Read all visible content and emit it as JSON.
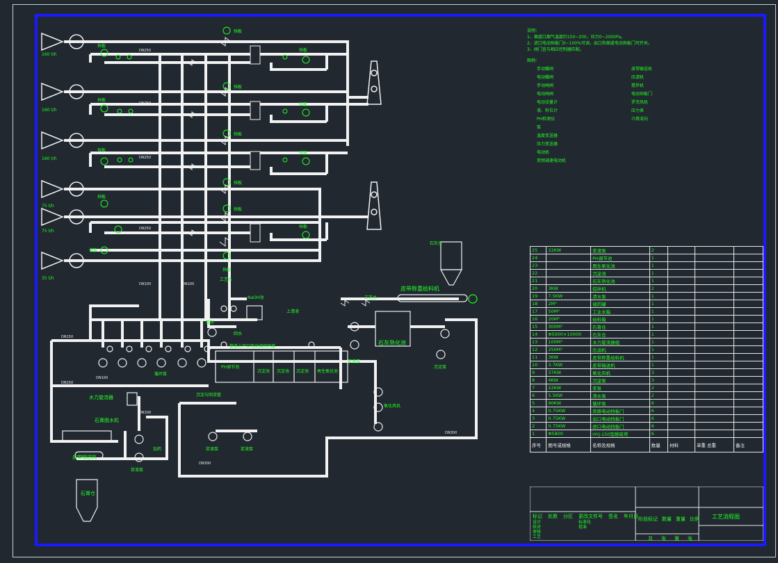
{
  "labels": {
    "flows": [
      "160 t/h",
      "160 t/h",
      "160 t/h",
      "75 t/h",
      "75 t/h",
      "35 t/h"
    ],
    "baffle": "挡板",
    "dn": [
      "DN150",
      "DN250",
      "DN250",
      "DN250",
      "DN100",
      "DN100",
      "DN150",
      "DN100",
      "DN150",
      "DN300",
      "DN100"
    ],
    "process_water": "工艺水",
    "limestone_silo": "石灰仓",
    "belt_feeder": "皮带称重给料机",
    "lime_slaking_tank": "石灰熟化池",
    "tanks": [
      "PH调节池",
      "沉淀池",
      "沉淀池",
      "沉淀池",
      "再生氧化池"
    ],
    "hydrocyclone": "水力旋流器",
    "gypsum_dewater": "石膏脱水机",
    "belt_conveyor": "皮带输送机",
    "gypsum_silo": "石膏仓",
    "slurry_pump": "浆液泵",
    "circ_pump": "循环泵",
    "sed_pump": "沉淀泵",
    "oxidizer": "氧化风机",
    "supernatant": "上清液",
    "dosing": "加药",
    "return_water": "回水",
    "stirrer": "搅拌",
    "naoh_tank": "NaOH池",
    "sediment_pipe": "沉淀与回流管",
    "pipe_note": "管道上开口电动调阀开度"
  },
  "notes": {
    "title": "说明：",
    "lines": [
      "1、烟道口烟气温度约150~200，压力0~2000Pa。",
      "2、进口电动挡板门0~100%可调，出口和烟道电动挡板门可开关。",
      "3、阀门宜与相应控制器匹配。"
    ]
  },
  "legend": {
    "title": "图例：",
    "items": [
      "手动蝶阀",
      "电动蝶阀",
      "手动闸阀",
      "电动闸阀",
      "电动流量计",
      "液、料位计",
      "PH检测仪",
      "泵",
      "温度变送器",
      "压力变送器",
      "电动机",
      "变频调速电动机"
    ],
    "items2": [
      "皮带输送机",
      "压滤机",
      "搅拌机",
      "电动挡板门",
      "罗茨风机",
      "压力表",
      "介质流向"
    ]
  },
  "bom": {
    "headers": [
      "序号",
      "图号或规格",
      "名称及规格",
      "数量",
      "材料",
      "单重",
      "总重",
      "备注"
    ],
    "rows": [
      [
        "25",
        "22KW",
        "浆液泵",
        "2",
        "",
        ""
      ],
      [
        "24",
        "",
        "PH调节池",
        "1",
        "",
        ""
      ],
      [
        "23",
        "",
        "再生氧化池",
        "1",
        "",
        ""
      ],
      [
        "22",
        "",
        "沉淀池",
        "1",
        "",
        ""
      ],
      [
        "21",
        "",
        "石灰熟化池",
        "1",
        "",
        ""
      ],
      [
        "20",
        "3KW",
        "搅拌机",
        "2",
        "",
        ""
      ],
      [
        "19",
        "7.5KW",
        "清水泵",
        "1",
        "",
        ""
      ],
      [
        "18",
        "2M³",
        "储药罐",
        "1",
        "",
        ""
      ],
      [
        "17",
        "50M³",
        "工业水箱",
        "1",
        "",
        ""
      ],
      [
        "16",
        "20M³",
        "给料箱",
        "1",
        "",
        ""
      ],
      [
        "15",
        "300M³",
        "石膏仓",
        "1",
        "",
        ""
      ],
      [
        "14",
        "Φ5000×10000",
        "石灰仓",
        "1",
        "",
        ""
      ],
      [
        "13",
        "100M³",
        "水力旋流器组",
        "1",
        "",
        ""
      ],
      [
        "12",
        "250M³",
        "压滤机",
        "1",
        "",
        ""
      ],
      [
        "11",
        "3KW",
        "皮带称重给料机",
        "1",
        "",
        ""
      ],
      [
        "10",
        "3.7KW",
        "皮带输送机",
        "1",
        "",
        ""
      ],
      [
        "9",
        "37KW",
        "氧化风机",
        "3",
        "",
        ""
      ],
      [
        "8",
        "4KW",
        "沉淀泵",
        "3",
        "",
        ""
      ],
      [
        "7",
        "22KW",
        "浆泵",
        "2",
        "",
        ""
      ],
      [
        "6",
        "5.5KW",
        "清水泵",
        "2",
        "",
        ""
      ],
      [
        "5",
        "90KW",
        "循环泵",
        "6",
        "",
        ""
      ],
      [
        "4",
        "0.75KW",
        "旁路电动挡板门",
        "6",
        "",
        ""
      ],
      [
        "3",
        "0.75KW",
        "出口电动挡板门",
        "6",
        "",
        ""
      ],
      [
        "2",
        "0.75KW",
        "进口电动挡板门",
        "6",
        "",
        ""
      ],
      [
        "1",
        "Φ5800",
        "HYJ-150型脱硫塔",
        "6",
        "",
        ""
      ]
    ]
  },
  "title_block": {
    "left": [
      "标记",
      "处数",
      "分区",
      "更改文件号",
      "签名",
      "年月日"
    ],
    "roles": [
      "设计",
      "校对",
      "审核",
      "工艺",
      "标准化",
      "批准"
    ],
    "mid": [
      "阶段标记",
      "数量",
      "重量",
      "比例"
    ],
    "sheet": [
      "共",
      "张",
      "第",
      "张"
    ],
    "drawing_title": "工艺流程图"
  },
  "colors": {
    "line": "#f2f2f2",
    "text": "#22ff22",
    "frame": "#1a1aff",
    "bg": "#212830"
  }
}
